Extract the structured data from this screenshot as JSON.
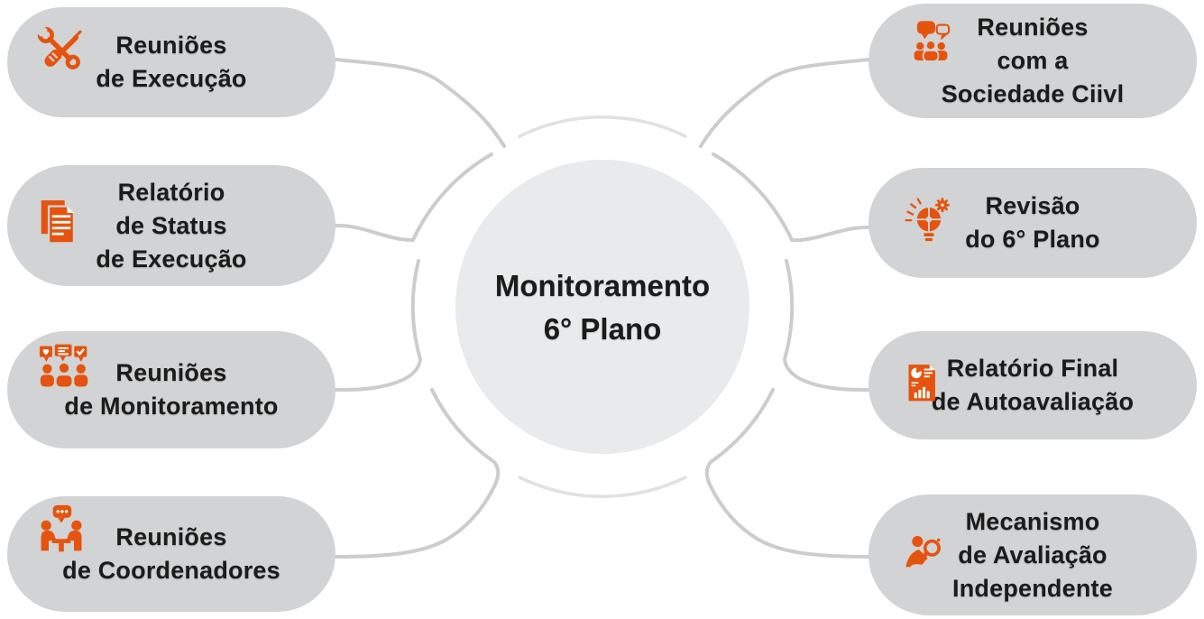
{
  "diagram": {
    "type": "radial-smartart",
    "center": {
      "title_lines": [
        "Monitoramento",
        "6° Plano"
      ]
    },
    "nodes": [
      {
        "id": "reunioes-execucao",
        "side": "left",
        "icon": "tools-icon",
        "lines": [
          "Reuniões",
          "de Execução"
        ]
      },
      {
        "id": "relatorio-status-execucao",
        "side": "left",
        "icon": "documents-icon",
        "lines": [
          "Relatório",
          "de Status",
          "de Execução"
        ]
      },
      {
        "id": "reunioes-monitoramento",
        "side": "left",
        "icon": "people-feedback-icon",
        "lines": [
          "Reuniões",
          "de Monitoramento"
        ]
      },
      {
        "id": "reunioes-coordenadores",
        "side": "left",
        "icon": "meeting-table-icon",
        "lines": [
          "Reuniões",
          "de Coordenadores"
        ]
      },
      {
        "id": "reunioes-sociedade-civil",
        "side": "right",
        "icon": "community-speech-icon",
        "lines": [
          "Reuniões",
          "com a",
          "Sociedade Ciivl"
        ]
      },
      {
        "id": "revisao-6-plano",
        "side": "right",
        "icon": "idea-puzzle-icon",
        "lines": [
          "Revisão",
          "do 6° Plano"
        ]
      },
      {
        "id": "relatorio-final-autoavaliacao",
        "side": "right",
        "icon": "report-chart-icon",
        "lines": [
          "Relatório Final",
          "de Autoavaliação"
        ]
      },
      {
        "id": "mecanismo-avaliacao-independente",
        "side": "right",
        "icon": "person-magnifier-icon",
        "lines": [
          "Mecanismo",
          "de Avaliação",
          "Independente"
        ]
      }
    ],
    "colors": {
      "accent_orange": "#E5530E",
      "pill_gray": "#D2D3D4",
      "center_circle_gray": "#E9EAEB",
      "connector_gray": "#CBCCCE",
      "ring_arc_gray": "#E0E1E3",
      "text_dark": "#1B1B1B",
      "background": "#FFFFFF"
    }
  }
}
